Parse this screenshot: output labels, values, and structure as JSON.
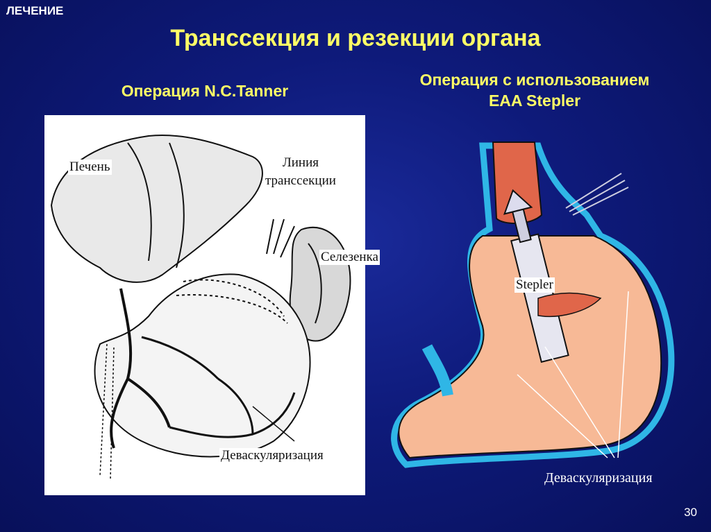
{
  "section_label": "ЛЕЧЕНИЕ",
  "title": "Транссекция и резекции органа",
  "left": {
    "heading": "Операция N.C.Tanner",
    "labels": {
      "liver": "Печень",
      "transection_line_1": "Линия",
      "transection_line_2": "транссекции",
      "spleen": "Селезенка",
      "devascularization": "Деваскуляризация"
    }
  },
  "right": {
    "heading_line1": "Операция с использованием",
    "heading_line2": "EAA Stepler",
    "labels": {
      "stepler": "Stepler",
      "devascularization": "Деваскуляризация"
    }
  },
  "page_number": "30",
  "colors": {
    "stomach": "#f7b996",
    "esophagus": "#e0664a",
    "vessel": "#2fb6e6",
    "heading": "#ffff66"
  }
}
